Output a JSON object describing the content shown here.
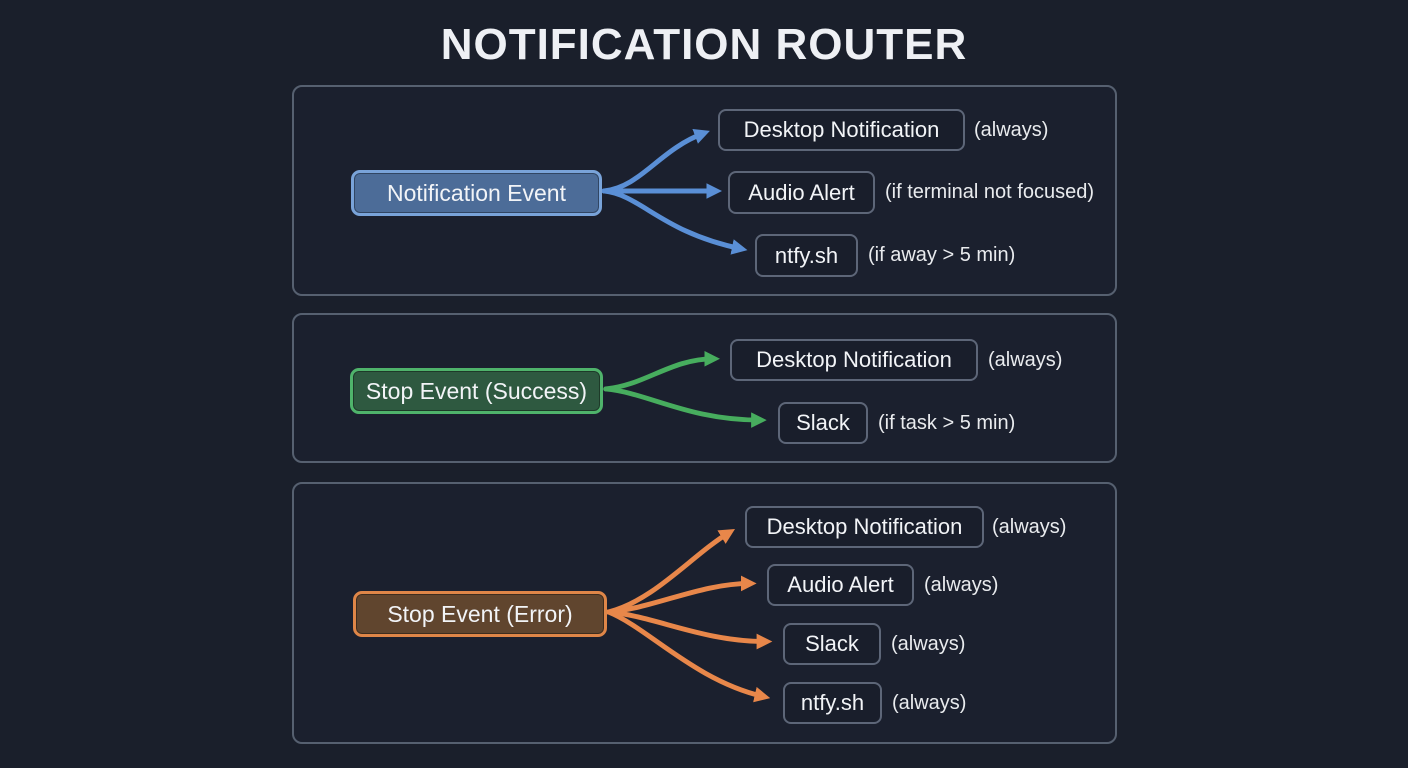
{
  "title": "NOTIFICATION ROUTER",
  "colors": {
    "page_bg": "#1a1f2b",
    "panel_bg": "#1b202e",
    "panel_border": "#566070",
    "target_bg": "#191e2b",
    "target_border": "#5d6678",
    "text": "#f2f4f7"
  },
  "panels": [
    {
      "name": "notification-event",
      "arrow_color": "#5a8fd6",
      "source": {
        "label": "Notification Event",
        "fill": "#4c6c98",
        "border": "#79a3d9"
      },
      "targets": [
        {
          "label": "Desktop Notification",
          "condition": "(always)"
        },
        {
          "label": "Audio Alert",
          "condition": "(if terminal not focused)"
        },
        {
          "label": "ntfy.sh",
          "condition": "(if away > 5 min)"
        }
      ]
    },
    {
      "name": "stop-event-success",
      "arrow_color": "#47ad5e",
      "source": {
        "label": "Stop Event (Success)",
        "fill": "#2e5940",
        "border": "#4fb36b"
      },
      "targets": [
        {
          "label": "Desktop Notification",
          "condition": "(always)"
        },
        {
          "label": "Slack",
          "condition": "(if task > 5 min)"
        }
      ]
    },
    {
      "name": "stop-event-error",
      "arrow_color": "#e8874a",
      "source": {
        "label": "Stop Event (Error)",
        "fill": "#60452e",
        "border": "#df8648"
      },
      "targets": [
        {
          "label": "Desktop Notification",
          "condition": "(always)"
        },
        {
          "label": "Audio Alert",
          "condition": "(always)"
        },
        {
          "label": "Slack",
          "condition": "(always)"
        },
        {
          "label": "ntfy.sh",
          "condition": "(always)"
        }
      ]
    }
  ]
}
